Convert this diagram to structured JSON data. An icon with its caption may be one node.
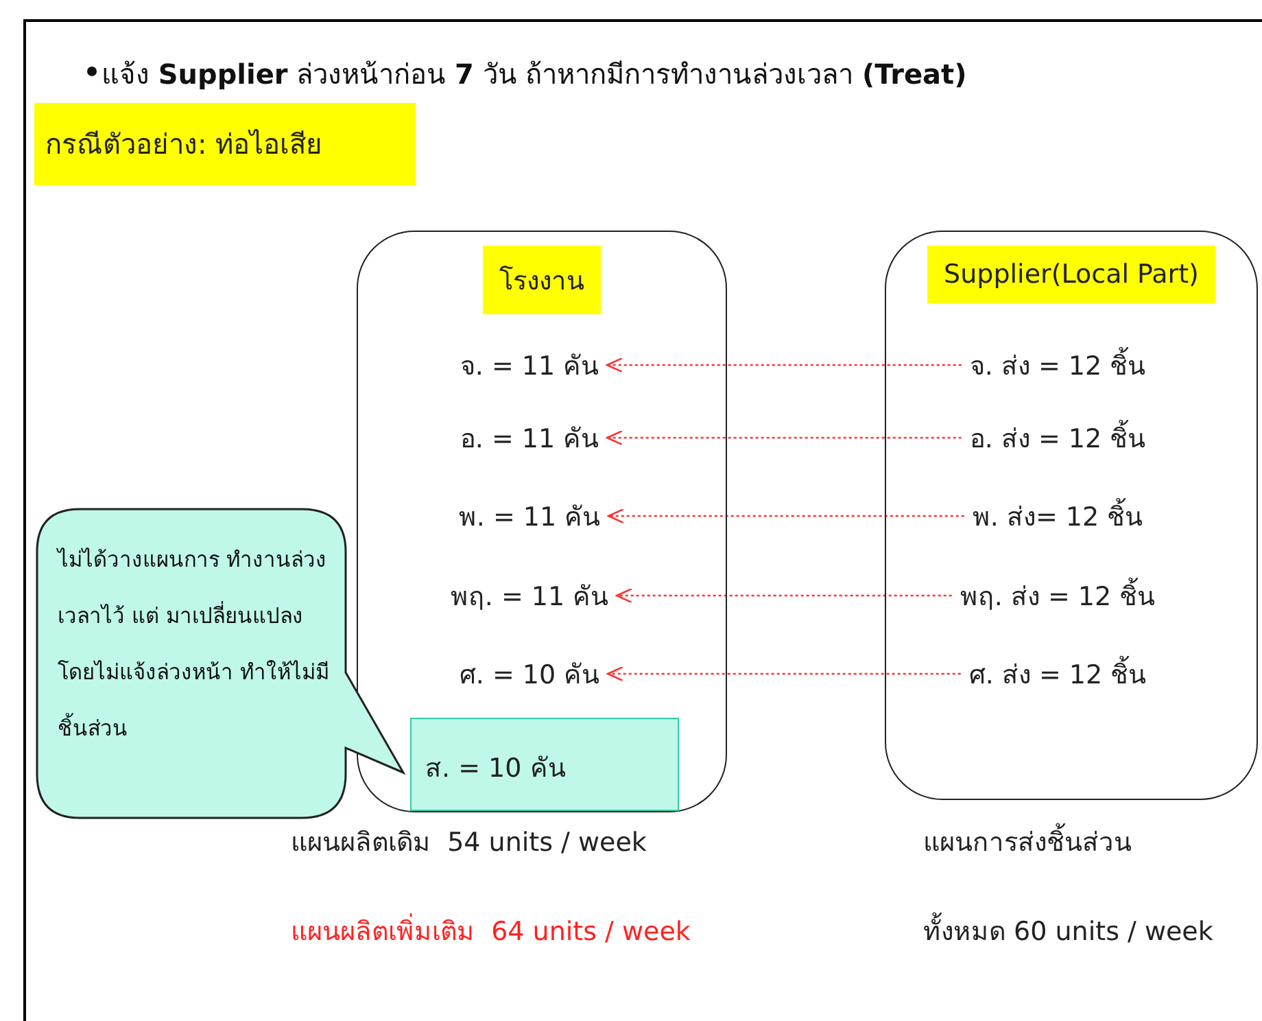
{
  "diagram": {
    "title": "แจ้ง **Supplier** ล่วงหน้าก่อน **7** วัน ถ้าหากมีการทำงานล่วงเวลา **(Treat)**",
    "nodes": [
      {
        "text": [
          "โรงงาน"
        ]
      },
      {
        "text": [
          "จ. = 11 คัน"
        ],
        "in": 0
      },
      {
        "text": [
          "อ. = 11 คัน"
        ],
        "in": 0
      },
      {
        "text": [
          "พ. = 11 คัน"
        ],
        "in": 0
      },
      {
        "text": [
          "พฤ. = 11 คัน"
        ],
        "in": 0
      },
      {
        "text": [
          "ศ. = 10 คัน"
        ],
        "in": 0
      },
      {
        "text": [
          "ส. = 10 คัน"
        ],
        "in": 0
      },
      {
        "text": [
          "Supplier(Local Part)"
        ]
      },
      {
        "text": [
          "จ. ส่ง = 12 ชิ้น"
        ],
        "in": 7
      },
      {
        "text": [
          "อ. ส่ง = 12 ชิ้น"
        ],
        "in": 7
      },
      {
        "text": [
          "พ. ส่ง= 12 ชิ้น"
        ],
        "in": 7
      },
      {
        "text": [
          "พฤ. ส่ง = 12 ชิ้น"
        ],
        "in": 7
      },
      {
        "text": [
          "ศ. ส่ง = 12 ชิ้น"
        ],
        "in": 7
      },
      {
        "text": [
          "ไม่ได้วางแผนการ ทำงานล่วงเวลาไว้ แต่ มาเปลี่ยนแปลง โดยไม่แจ้งล่วงหน้า ทำให้ไม่มีชิ้นส่วน"
        ]
      }
    ],
    "edges": [
      {
        "from": 8,
        "to": 1,
        "arrow": "to",
        "style": "dashed",
        "color": "#ff3333"
      },
      {
        "from": 9,
        "to": 2,
        "arrow": "to",
        "style": "dashed",
        "color": "#ff3333"
      },
      {
        "from": 10,
        "to": 3,
        "arrow": "to",
        "style": "dashed",
        "color": "#ff3333"
      },
      {
        "from": 11,
        "to": 4,
        "arrow": "to",
        "style": "dashed",
        "color": "#ff3333"
      },
      {
        "from": 12,
        "to": 5,
        "arrow": "to",
        "style": "dashed",
        "color": "#ff3333"
      }
    ],
    "labels": [
      "กรณีตัวอย่าง: ท่อไอเสีย",
      "แผนผลิตเดิม  54 units / week",
      "แผนการส่งชิ้นส่วน",
      "แผนผลิตเพิ่มเติม  64 units / week",
      "ทั้งหมด 60 units / week"
    ]
  }
}
